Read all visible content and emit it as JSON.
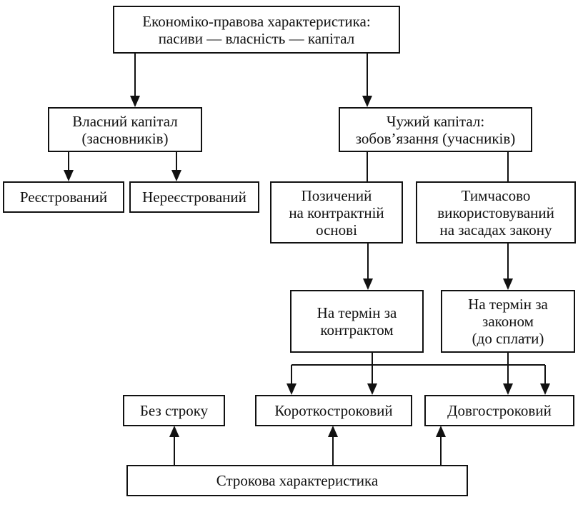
{
  "diagram": {
    "root": {
      "lines": [
        "Економіко-правова характеристика:",
        "пасиви — власність — капітал"
      ]
    },
    "own_capital": {
      "lines": [
        "Власний капітал",
        "(засновників)"
      ],
      "children": [
        {
          "label": "Реєстрований"
        },
        {
          "label": "Нереєстрований"
        }
      ]
    },
    "borrowed_capital": {
      "lines": [
        "Чужий капітал:",
        "зобов’язання (учасників)"
      ],
      "children": [
        {
          "lines": [
            "Позичений",
            "на контрактній",
            "основі"
          ]
        },
        {
          "lines": [
            "Тимчасово",
            "використовуваний",
            "на засадах закону"
          ]
        }
      ]
    },
    "term_contract": {
      "lines": [
        "На термін за",
        "контрактом"
      ]
    },
    "term_law": {
      "lines": [
        "На термін за",
        "законом",
        "(до сплати)"
      ]
    },
    "term_categories": [
      {
        "label": "Без строку"
      },
      {
        "label": "Короткостроковий"
      },
      {
        "label": "Довгостроковий"
      }
    ],
    "term_characteristic": {
      "label": "Строкова характеристика"
    }
  }
}
